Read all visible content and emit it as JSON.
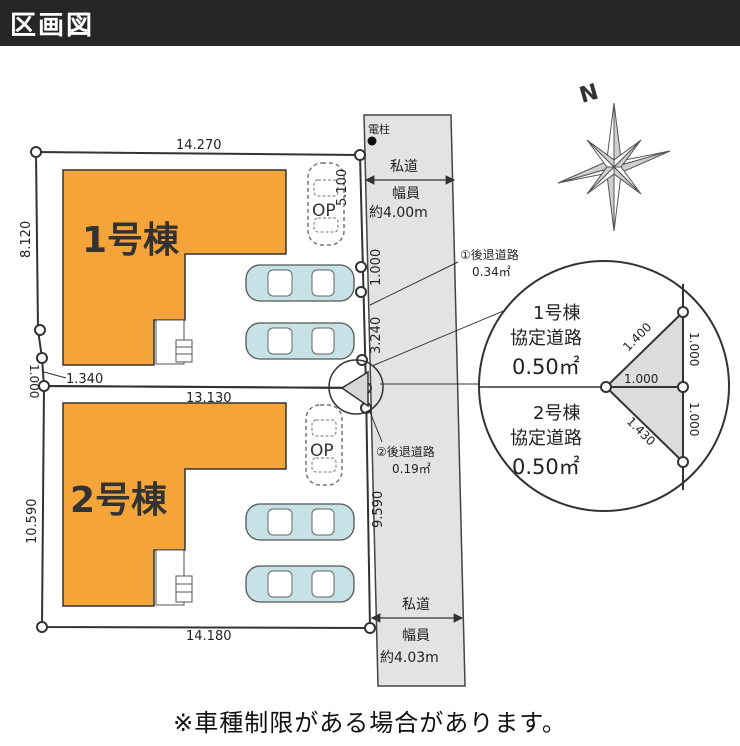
{
  "header": {
    "title": "区画図"
  },
  "compass": {
    "label": "N"
  },
  "pole_label": "電柱",
  "lots": {
    "lot1": {
      "name": "1号棟"
    },
    "lot2": {
      "name": "2号棟"
    }
  },
  "dimensions": {
    "top": "14.270",
    "left_lot1": "8.120",
    "left_small": "1.000",
    "bottom_left_lot1": "1.340",
    "middle": "13.130",
    "right_upper": "5.100",
    "right_mid1": "1.000",
    "right_mid2": "3.240",
    "left_lot2": "10.590",
    "right_lot2": "9.590",
    "bottom": "14.180"
  },
  "roads": {
    "upper": {
      "name": "私道",
      "width_label": "幅員",
      "width_value": "約4.00m"
    },
    "lower": {
      "name": "私道",
      "width_label": "幅員",
      "width_value": "約4.03m"
    }
  },
  "setbacks": {
    "s1": {
      "title": "①後退道路",
      "area": "0.34㎡"
    },
    "s2": {
      "title": "②後退道路",
      "area": "0.19㎡"
    }
  },
  "parking_labels": [
    "OP",
    "OP"
  ],
  "inset": {
    "lot1_title": "1号棟",
    "lot1_sub": "協定道路",
    "lot1_area": "0.50㎡",
    "lot2_title": "2号棟",
    "lot2_sub": "協定道路",
    "lot2_area": "0.50㎡",
    "d_diag_top": "1.400",
    "d_right_top": "1.000",
    "d_middle": "1.000",
    "d_right_bottom": "1.000",
    "d_diag_bottom": "1.430"
  },
  "footer": "※車種制限がある場合があります。",
  "colors": {
    "building": "#f5a43a",
    "road": "#e3e3e3",
    "header": "#262626",
    "car": "#c6e2e6"
  }
}
